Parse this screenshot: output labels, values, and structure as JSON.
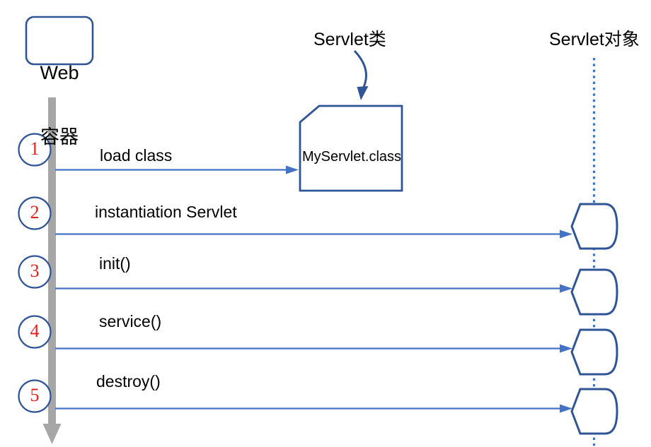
{
  "diagram": {
    "type": "sequence-diagram",
    "title_hidden": "Servlet lifecycle sequence",
    "colors": {
      "arrow_blue": "#4472C4",
      "shape_navy": "#2F5597",
      "lifeline_gray": "#A6A6A6",
      "number_red": "#E8201C",
      "text_black": "#000000",
      "background": "#FFFFFF"
    },
    "actors": {
      "left": {
        "label_line1": "Web",
        "label_line2": "容器"
      },
      "middle": {
        "caption": "Servlet类",
        "artifact_label": "MyServlet.class"
      },
      "right": {
        "caption": "Servlet对象"
      }
    },
    "steps": [
      {
        "number": "1",
        "message": "load class",
        "target": "servlet-class-artifact"
      },
      {
        "number": "2",
        "message": "instantiation Servlet",
        "target": "servlet-object"
      },
      {
        "number": "3",
        "message": "init()",
        "target": "servlet-object"
      },
      {
        "number": "4",
        "message": "service()",
        "target": "servlet-object"
      },
      {
        "number": "5",
        "message": "destroy()",
        "target": "servlet-object"
      }
    ]
  }
}
